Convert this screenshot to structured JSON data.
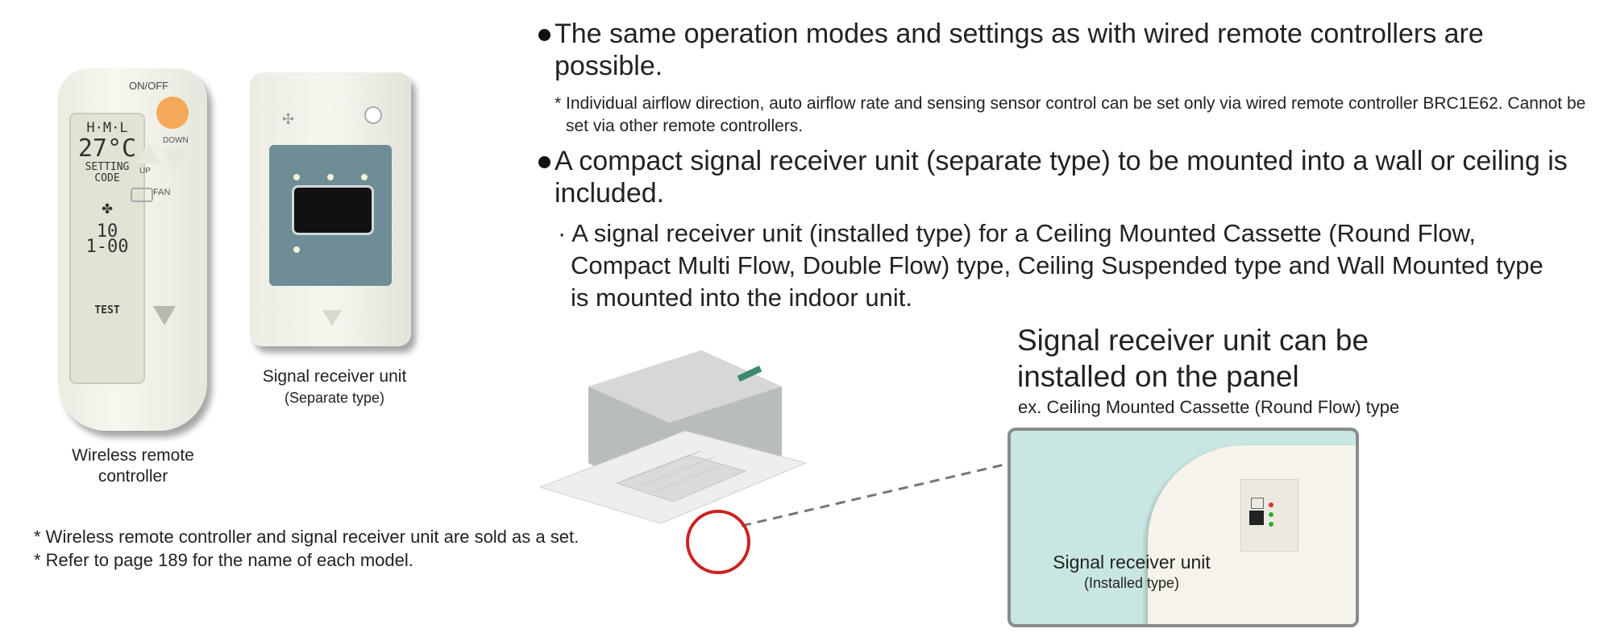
{
  "remote": {
    "onoff_label": "ON/OFF",
    "down_label": "DOWN",
    "up_label": "UP",
    "fan_label": "FAN",
    "test_label": "TEST",
    "screen_lines": [
      "H·M·L",
      "27°C",
      "SETTING",
      "CODE",
      "10",
      "1-00"
    ],
    "caption": "Wireless remote controller"
  },
  "receiver_separate": {
    "caption": "Signal receiver unit",
    "caption_sub": "(Separate type)"
  },
  "bullets": [
    {
      "text": "The same operation modes and settings as with wired remote controllers are possible."
    },
    {
      "text": "A compact signal receiver unit (separate type) to be mounted into a wall or ceiling is included."
    }
  ],
  "note_airflow": "* Individual airflow direction, auto airflow rate and sensing sensor control can be set only via wired remote controller BRC1E62. Cannot be set via other remote controllers.",
  "note_installed": "· A signal receiver unit (installed type) for a Ceiling Mounted Cassette (Round Flow, Compact Multi Flow, Double Flow) type, Ceiling Suspended type and Wall Mounted type is mounted into the indoor unit.",
  "footnotes": [
    "* Wireless remote controller and signal receiver unit are sold as a set.",
    "* Refer to page 189 for the name of each model."
  ],
  "panel_heading": "Signal receiver unit can be installed on the panel",
  "panel_example": "ex. Ceiling Mounted Cassette (Round Flow) type",
  "inset": {
    "caption": "Signal receiver unit",
    "caption_sub": "(Installed type)"
  },
  "colors": {
    "highlight_circle": "#cc2222",
    "inset_bg": "#c9e7e2",
    "onoff_button": "#f4a85a"
  }
}
